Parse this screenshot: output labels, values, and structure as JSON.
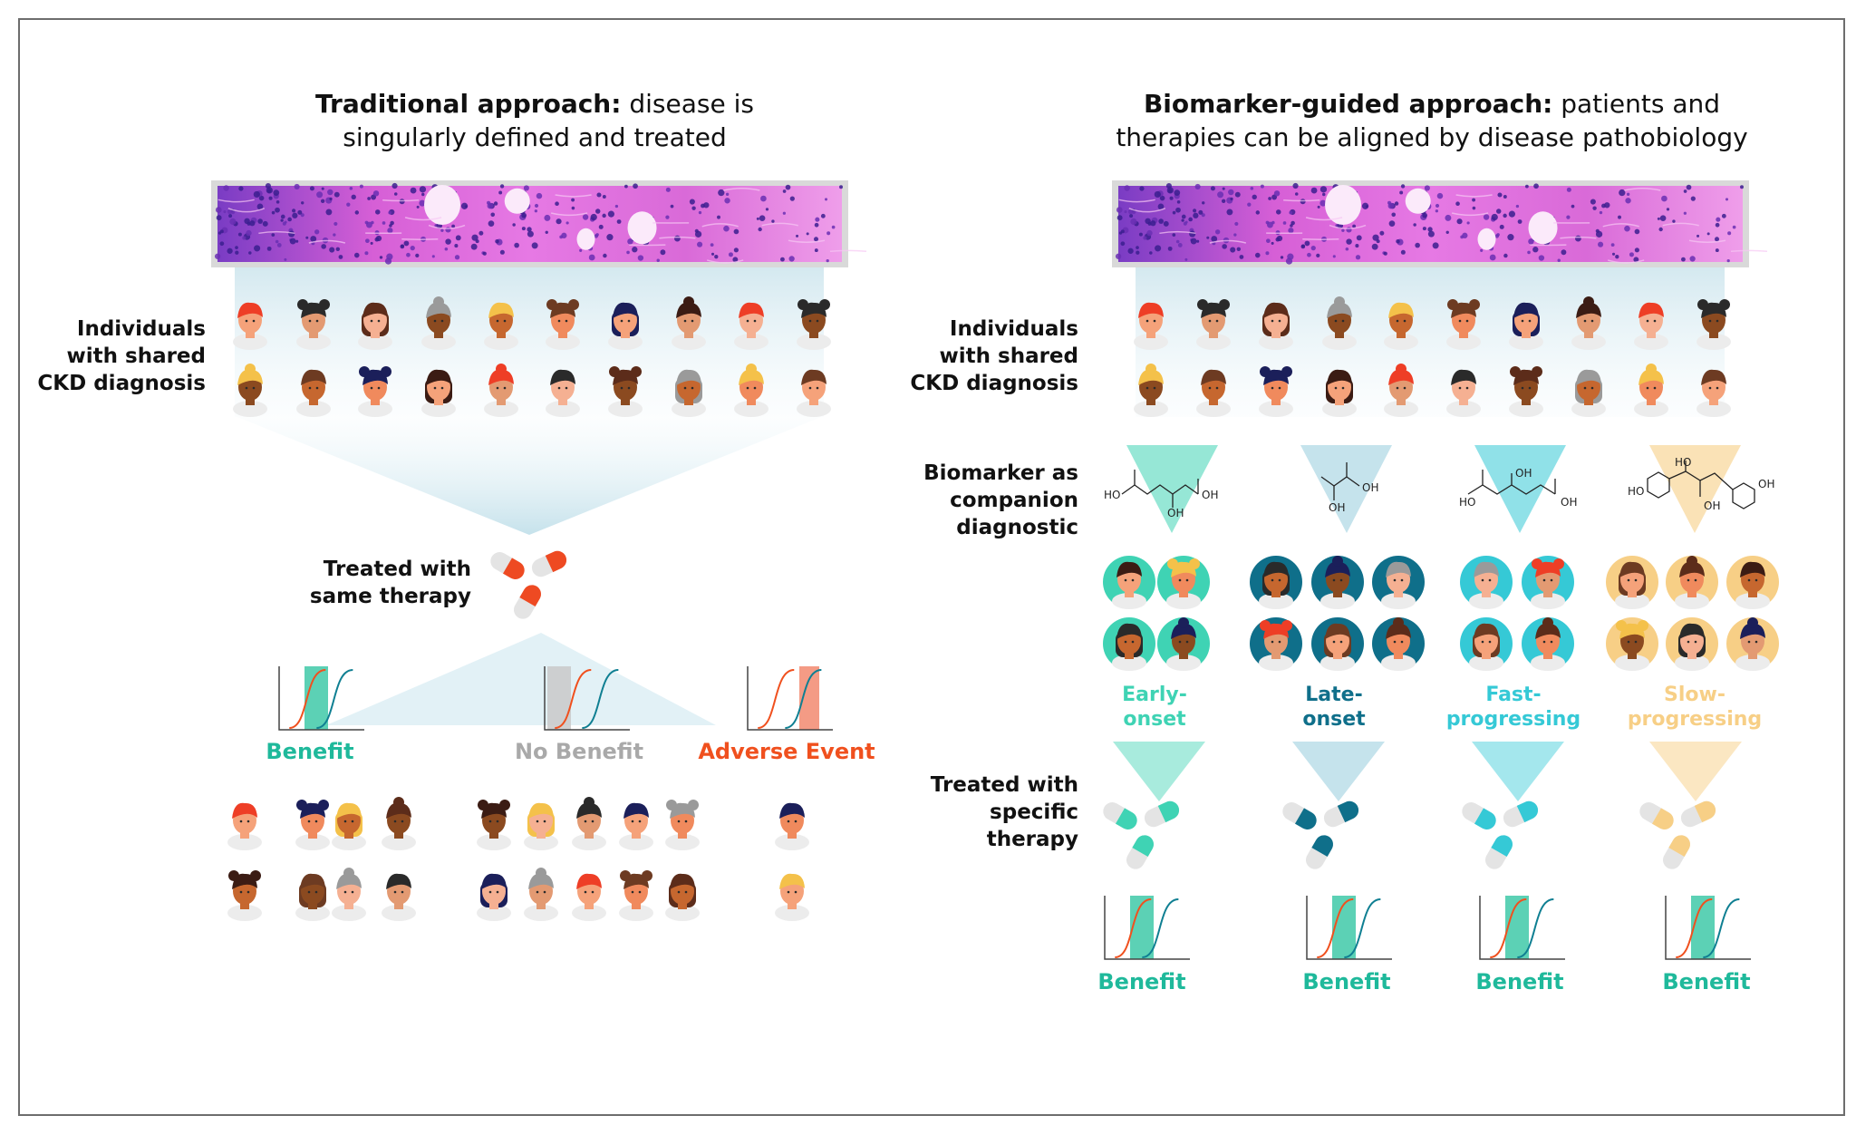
{
  "left": {
    "title_bold": "Traditional approach:",
    "title_rest": " disease is",
    "title_line2": "singularly defined and treated",
    "label_individuals": [
      "Individuals",
      "with shared",
      "CKD diagnosis"
    ],
    "label_treated": [
      "Treated with",
      "same therapy"
    ],
    "outcomes": [
      "Benefit",
      "No Benefit",
      "Adverse Event"
    ]
  },
  "right": {
    "title_bold": "Biomarker-guided approach:",
    "title_rest": " patients and",
    "title_line2": "therapies can be aligned by disease pathobiology",
    "label_individuals": [
      "Individuals",
      "with shared",
      "CKD diagnosis"
    ],
    "label_biomarker": [
      "Biomarker as",
      "companion",
      "diagnostic"
    ],
    "label_treated": [
      "Treated with",
      "specific",
      "therapy"
    ],
    "groups": [
      {
        "line1": "Early-",
        "line2": "onset"
      },
      {
        "line1": "Late-",
        "line2": "onset"
      },
      {
        "line1": "Fast-",
        "line2": "progressing"
      },
      {
        "line1": "Slow-",
        "line2": "progressing"
      }
    ],
    "outcome": "Benefit"
  },
  "molecule_labels": {
    "m1": [
      "HO",
      "OH",
      "OH"
    ],
    "m2": [
      "OH",
      "OH"
    ],
    "m3": [
      "HO",
      "OH",
      "OH"
    ],
    "m4": [
      "HO",
      "HO",
      "OH",
      "OH"
    ]
  },
  "colors": {
    "benefit": "#1fb99b",
    "no_benefit": "#a9a9a9",
    "adverse": "#f0501e",
    "early": "#3fd3b4",
    "late": "#0f6f8a",
    "fast": "#35c9d6",
    "slow": "#f7cf86",
    "pill_red": "#ee4a22",
    "tissue": "#e16fe0"
  }
}
